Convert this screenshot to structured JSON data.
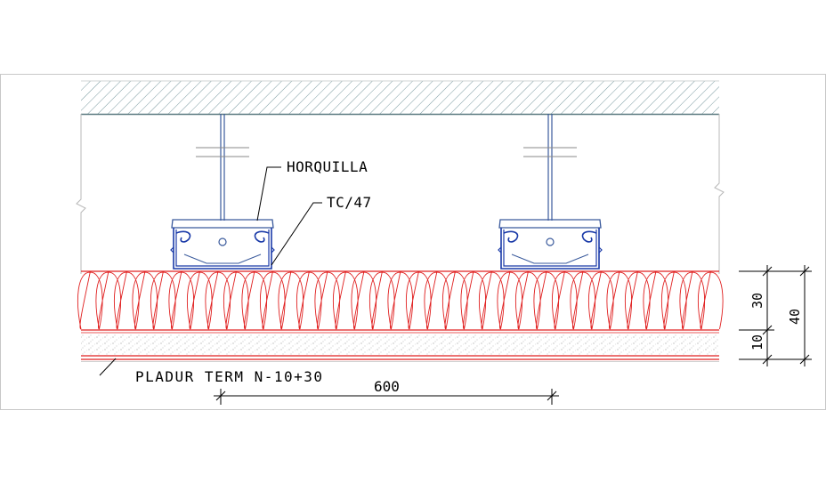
{
  "labels": {
    "horquilla": "HORQUILLA",
    "profile": "TC/47",
    "panel": "PLADUR TERM N-10+30"
  },
  "dimensions": {
    "spacing": "600",
    "insulation": "30",
    "board": "10",
    "total": "40"
  },
  "colors": {
    "slab_hatch": "#7a9aa0",
    "steel": "#3a5a9c",
    "profile": "#1a3aa8",
    "insulation": "#e02020",
    "board_dots": "#9a9a9a",
    "lines": "#000000"
  }
}
